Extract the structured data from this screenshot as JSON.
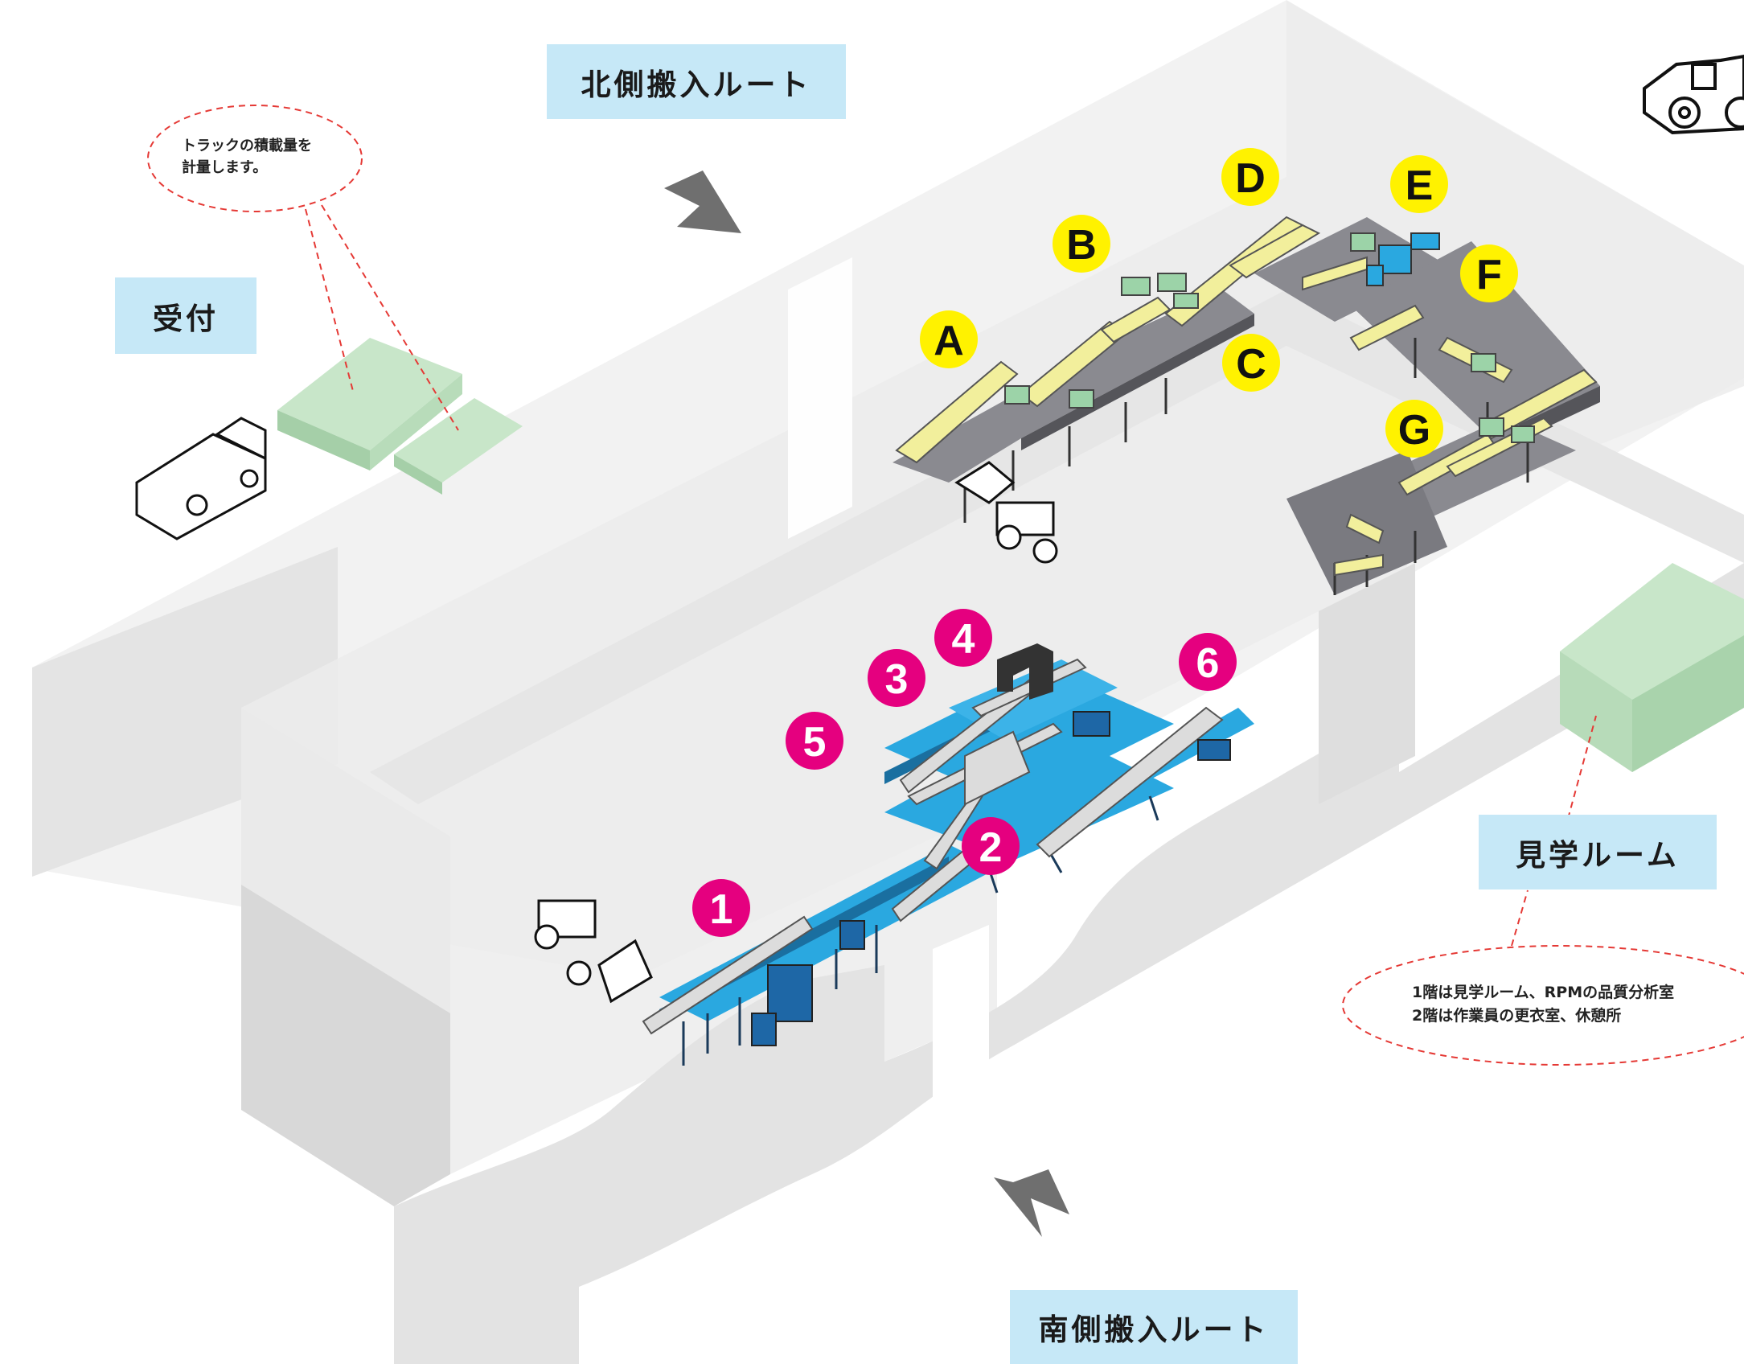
{
  "labels": {
    "north_route": "北側搬入ルート",
    "south_route": "南側搬入ルート",
    "reception": "受付",
    "visitor_room": "見学ルーム"
  },
  "notes": {
    "weigh_line1": "トラックの積載量を",
    "weigh_line2": "計量します。",
    "floor_line1": "1階は見学ルーム、RPMの品質分析室",
    "floor_line2": "2階は作業員の更衣室、休憩所"
  },
  "yellow_line_markers": [
    "A",
    "B",
    "C",
    "D",
    "E",
    "F",
    "G"
  ],
  "magenta_line_markers": [
    "1",
    "2",
    "3",
    "4",
    "5",
    "6"
  ],
  "colors": {
    "label_bg": "#c6e8f7",
    "yellow_marker": "#fff200",
    "magenta_marker": "#e5007f",
    "yellow_machine": "#f2ef9c",
    "blue_machine": "#2aa8e0",
    "green_block": "#c8e6c9",
    "floor": "#f0f0f0",
    "arrow": "#6f6f6f",
    "dash_red": "#e53935"
  },
  "icons": [
    "truck-icon",
    "wheel-loader-icon",
    "route-arrow-icon"
  ]
}
